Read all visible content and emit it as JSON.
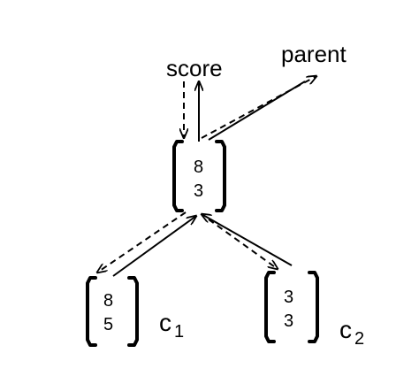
{
  "labels": {
    "score": "score",
    "parent": "parent",
    "c1": "c",
    "c1_sub": "1",
    "c2": "c",
    "c2_sub": "2"
  },
  "vectors": {
    "parent_node": [
      "8",
      "3"
    ],
    "child1": [
      "8",
      "5"
    ],
    "child2": [
      "3",
      "3"
    ]
  }
}
